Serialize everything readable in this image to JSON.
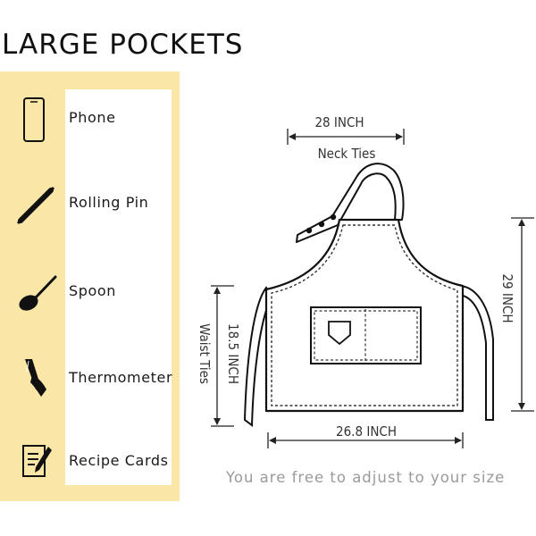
{
  "title": "LARGE POCKETS",
  "pockets": [
    {
      "label": "Phone",
      "icon": "phone-icon"
    },
    {
      "label": "Rolling Pin",
      "icon": "rolling-pin-icon"
    },
    {
      "label": "Spoon",
      "icon": "spoon-icon"
    },
    {
      "label": "Thermometer",
      "icon": "thermometer-icon"
    },
    {
      "label": "Recipe Cards",
      "icon": "recipe-card-icon"
    }
  ],
  "dimensions": {
    "neck_value": "28 INCH",
    "neck_label": "Neck Ties",
    "length_value": "29 INCH",
    "waist_value": "18.5 INCH",
    "waist_label": "Waist Ties",
    "width_value": "26.8 INCH"
  },
  "note": "You are free to adjust to your size",
  "colors": {
    "panel": "#fae6a6",
    "outline": "#1a1a1a",
    "note_text": "#9a9a9a"
  }
}
